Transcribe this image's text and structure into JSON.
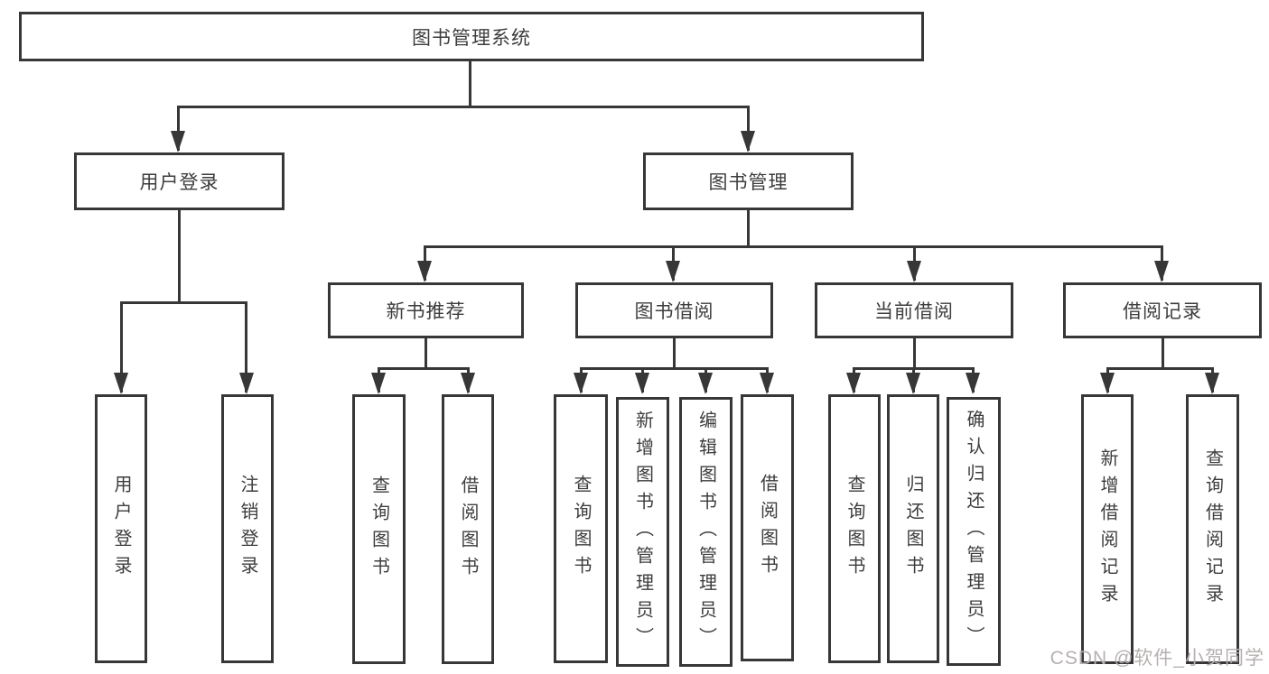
{
  "tree": {
    "root": {
      "label": "图书管理系统"
    },
    "branches": [
      {
        "label": "用户登录",
        "children": [
          {
            "label": "用户登录"
          },
          {
            "label": "注销登录"
          }
        ]
      },
      {
        "label": "图书管理",
        "children": [
          {
            "label": "新书推荐",
            "children": [
              {
                "label": "查询图书"
              },
              {
                "label": "借阅图书"
              }
            ]
          },
          {
            "label": "图书借阅",
            "children": [
              {
                "label": "查询图书"
              },
              {
                "label": "新增图书（管理员）"
              },
              {
                "label": "编辑图书（管理员）"
              },
              {
                "label": "借阅图书"
              }
            ]
          },
          {
            "label": "当前借阅",
            "children": [
              {
                "label": "查询图书"
              },
              {
                "label": "归还图书"
              },
              {
                "label": "确认归还（管理员）"
              }
            ]
          },
          {
            "label": "借阅记录",
            "children": [
              {
                "label": "新增借阅记录"
              },
              {
                "label": "查询借阅记录"
              }
            ]
          }
        ]
      }
    ]
  },
  "watermark": {
    "text": "CSDN @软件_小贺同学"
  },
  "colors": {
    "line": "#373737",
    "text": "#3d3d3d",
    "watermark": "#b7b0b0",
    "background": "#ffffff"
  }
}
